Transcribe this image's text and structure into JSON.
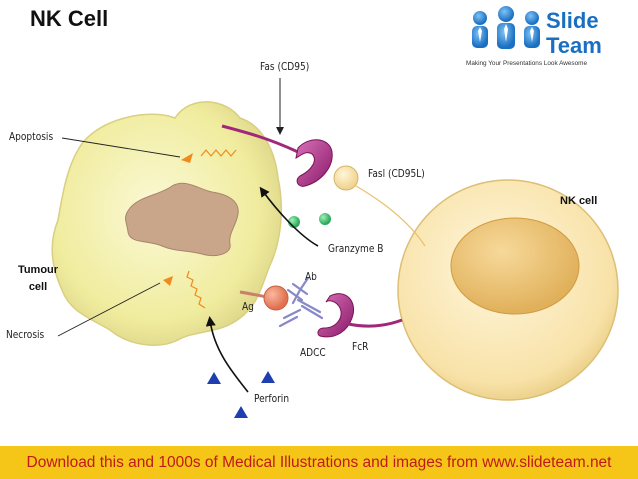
{
  "header": {
    "title": "NK Cell"
  },
  "logo": {
    "line1": "Slide",
    "line2": "Team",
    "tagline": "Making Your Presentations Look Awesome"
  },
  "labels": {
    "fas": "Fas (CD95)",
    "apoptosis": "Apoptosis",
    "fasl": "Fasl (CD95L)",
    "nk_cell": "NK cell",
    "tumour_line1": "Tumour",
    "tumour_line2": "cell",
    "granzyme": "Granzyme B",
    "ab": "Ab",
    "ag": "Ag",
    "necrosis": "Necrosis",
    "adcc": "ADCC",
    "fcr": "FcR",
    "perforin": "Perforin"
  },
  "footer": {
    "text": "Download this and 1000s of Medical Illustrations and images from www.slideteam.net"
  },
  "colors": {
    "tumour_fill": "#f3f0b0",
    "nucleus_tumour": "#c9a58a",
    "nk_fill": "#fbe7b7",
    "nk_nucleus": "#f0c878",
    "fas_receptor": "#a0287a",
    "fcr_receptor": "#a0287a",
    "granzyme": "#4fc87a",
    "perforin": "#1f3fb0",
    "antigen": "#f08b6c",
    "antibody": "#8888c8",
    "necrosis_squiggle": "#f08a1a",
    "footer_bg": "#f5c618",
    "footer_text": "#c01a1a",
    "logo_blue": "#1a6fc2"
  }
}
